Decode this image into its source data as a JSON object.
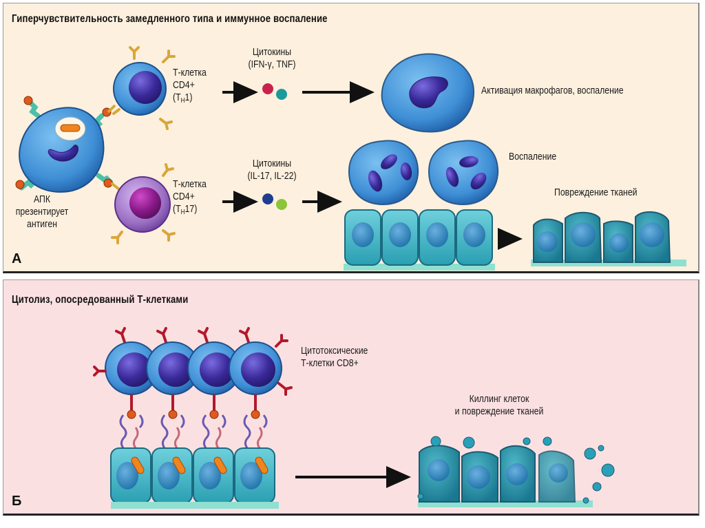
{
  "panel_a": {
    "title": "Гиперчувствительность замедленного типа и иммунное воспаление",
    "letter": "А",
    "apc_label": [
      "АПК",
      "презентирует",
      "антиген"
    ],
    "th1": {
      "line1": "Т-клетка",
      "line2": "CD4+",
      "line3_prefix": "(T",
      "line3_sub": "H",
      "line3_suffix": "1)"
    },
    "th17": {
      "line1": "Т-клетка",
      "line2": "CD4+",
      "line3_prefix": "(T",
      "line3_sub": "H",
      "line3_suffix": "17)"
    },
    "cytokines_1": {
      "title": "Цитокины",
      "list": "(IFN-γ, TNF)"
    },
    "cytokines_2": {
      "title": "Цитокины",
      "list": "(IL-17, IL-22)"
    },
    "macrophage_label": "Активация макрофагов, воспаление",
    "inflammation_label": "Воспаление",
    "tissue_damage_label": "Повреждение тканей"
  },
  "panel_b": {
    "title": "Цитолиз, опосредованный Т-клетками",
    "letter": "Б",
    "ctl_label": [
      "Цитотоксические",
      "Т-клетки CD8+"
    ],
    "killing_label": [
      "Киллинг клеток",
      "и повреждение тканей"
    ]
  },
  "colors": {
    "panel_a_bg": "#fdf0de",
    "panel_b_bg": "#fbe0e2",
    "cell_blue": "#3f8fd6",
    "nucleus_purple": "#3a2a9a",
    "epithelium_teal": "#3fb3c4",
    "th17_purple": "#9b6fc4",
    "receptor_gold": "#d9a63a",
    "receptor_red": "#b3182a",
    "ifn_red": "#c8234a",
    "tnf_teal": "#1a9a9a",
    "il17_navy": "#1e3d8f",
    "il22_lime": "#8cc43a"
  }
}
